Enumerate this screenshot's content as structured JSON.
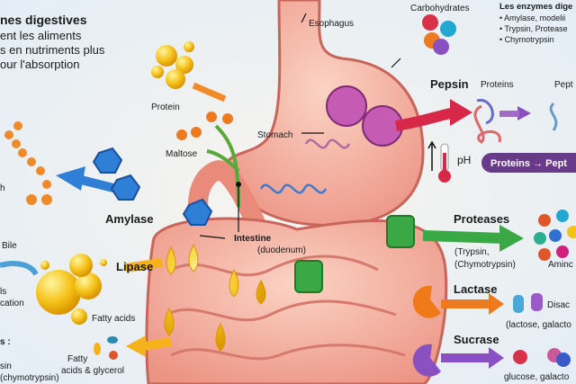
{
  "intro": {
    "title": "nes digestives",
    "lines": [
      "ent les aliments",
      "s en nutriments plus",
      "our l'absorption"
    ]
  },
  "side_box": {
    "title": "Les enzymes dige",
    "items": [
      "• Amylase, modelii",
      "• Trypsin, Protease",
      "• Chymotrypsin"
    ]
  },
  "labels": {
    "protein": "Protein",
    "maltose": "Maltose",
    "esophagus": "Esophagus",
    "stomach": "Stomach",
    "carbohydrates": "Carbohydrates",
    "pepsin": "Pepsin",
    "proteins": "Proteins",
    "peptides": "Pept",
    "ph": "pH",
    "proteins_to_peptides": "Proteins → Pept",
    "starch_partial": "h",
    "amylase": "Amylase",
    "bile": "Bile",
    "lipase": "Lipase",
    "left_partial_1": "ls",
    "left_partial_2": "cation",
    "fatty_acids": "Fatty acids",
    "left_partial_3": "s :",
    "fatty_glycerol_1": "Fatty",
    "fatty_glycerol_2": "acids &  glycerol",
    "left_partial_4": "sin",
    "left_partial_5": "(chymotrypsin)",
    "intestine": "Intestine",
    "duodenum": "(duodenum)",
    "proteases": "Proteases",
    "proteases_sub1": "(Trypsin,",
    "proteases_sub2": "(Chymotrypsin)",
    "amino": "Aminc",
    "lactase": "Lactase",
    "disaccharides": "Disac",
    "lactase_sub": "(lactose, galacto",
    "sucrase": "Sucrase",
    "sucrase_sub": "glucose, galacto"
  },
  "colors": {
    "background": "#eef3f8",
    "organ": "#f0a08f",
    "organ_outline": "#c8655a",
    "fat": "#f5c21a",
    "amylase": "#2f7fd6",
    "pepsin_arrow": "#d8284a",
    "protease": "#3aa845",
    "lactase": "#f07a1a",
    "sucrase": "#8a4fc0",
    "pill": "#6a3a8a"
  }
}
